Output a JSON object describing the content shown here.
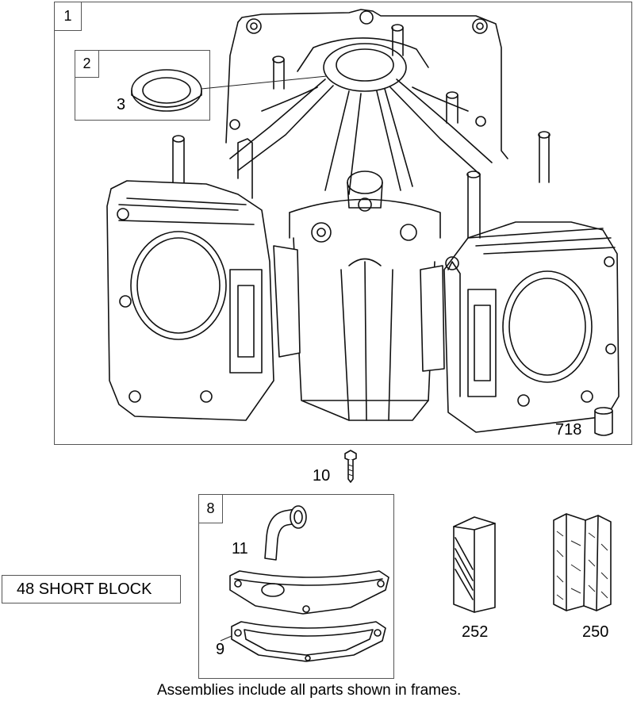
{
  "frames": {
    "engine_block": {
      "number": "1"
    },
    "seal_group": {
      "number": "2"
    },
    "breather_group": {
      "number": "8"
    }
  },
  "callouts": {
    "seal": "3",
    "dowel": "718",
    "screw": "10",
    "breather_tube": "11",
    "gasket": "9",
    "part_252": "252",
    "part_250": "250"
  },
  "short_block_label": "48 SHORT BLOCK",
  "footnote": "Assemblies include all parts shown in frames."
}
